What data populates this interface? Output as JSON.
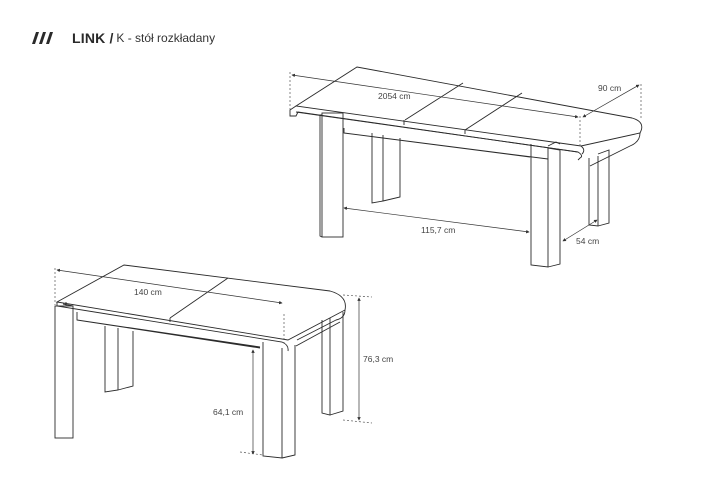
{
  "header": {
    "logo_icon": "triple-slash-logo-icon",
    "product_name": "LINK",
    "separator": "/",
    "subtitle": "K - stół rozkładany"
  },
  "extended_table": {
    "length_label": "2054 cm",
    "depth_label": "90 cm",
    "leg_span_label": "115,7 cm",
    "leg_depth_label": "54 cm"
  },
  "compact_table": {
    "length_label": "140 cm",
    "height_label": "76,3 cm",
    "clearance_label": "64,1 cm"
  },
  "colors": {
    "line": "#2b2b2b",
    "dimension": "#444444",
    "background": "#ffffff"
  }
}
